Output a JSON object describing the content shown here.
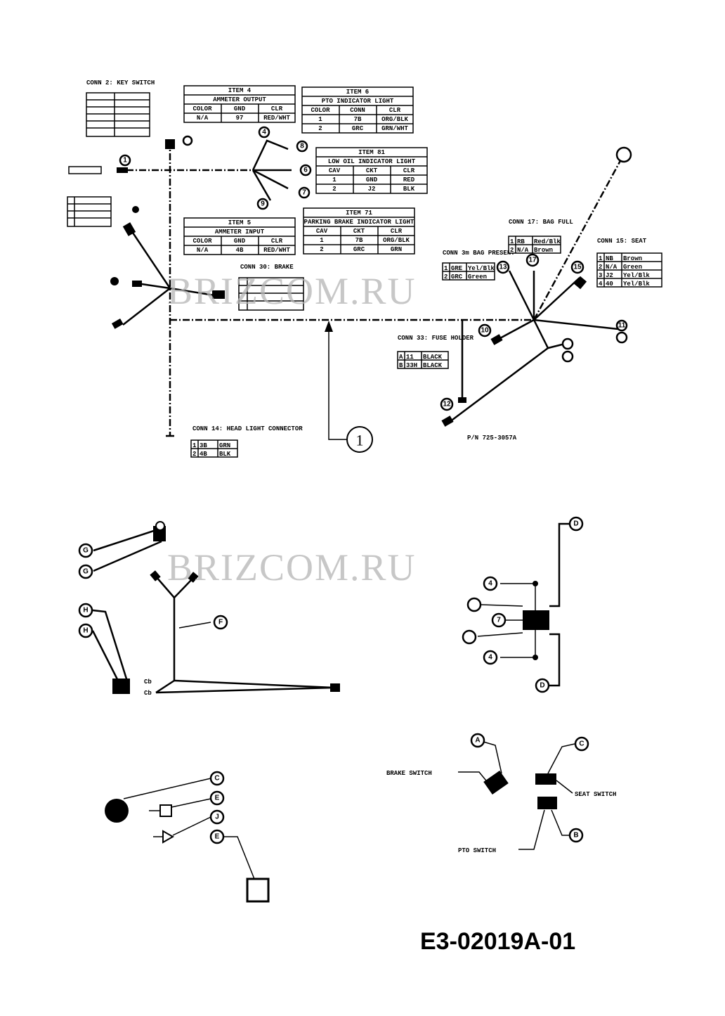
{
  "drawing_id": "E3-02019A-01",
  "watermarks": [
    "BRIZCOM.RU",
    "BRIZCOM.RU"
  ],
  "callout_main": "1",
  "part_number": "P/N 725-3057A",
  "tables": {
    "key_switch": {
      "title": "CONN 2: KEY SWITCH"
    },
    "item4": {
      "title": "ITEM 4",
      "subtitle": "AMMETER OUTPUT",
      "headers": [
        "COLOR",
        "GND",
        "CLR"
      ],
      "row": [
        "N/A",
        "97",
        "RED/WHT"
      ]
    },
    "item6": {
      "title": "ITEM 6",
      "subtitle": "PTO INDICATOR LIGHT",
      "headers": [
        "COLOR",
        "CONN",
        "CLR"
      ],
      "rows": [
        [
          "1",
          "7B",
          "ORG/BLK"
        ],
        [
          "2",
          "GRC",
          "GRN/WHT"
        ]
      ]
    },
    "item5": {
      "title": "ITEM 5",
      "subtitle": "AMMETER INPUT",
      "headers": [
        "COLOR",
        "GND",
        "CLR"
      ],
      "row": [
        "N/A",
        "4B",
        "RED/WHT"
      ]
    },
    "item81": {
      "title": "ITEM 81",
      "subtitle": "LOW OIL INDICATOR LIGHT",
      "headers": [
        "CAV",
        "CKT",
        "CLR"
      ],
      "rows": [
        [
          "1",
          "GND",
          "RED"
        ],
        [
          "2",
          "J2",
          "BLK"
        ]
      ]
    },
    "item71": {
      "title": "ITEM 71",
      "subtitle": "PARKING BRAKE INDICATOR LIGHT",
      "headers": [
        "CAV",
        "CKT",
        "CLR"
      ],
      "rows": [
        [
          "1",
          "7B",
          "ORG/BLK"
        ],
        [
          "2",
          "GRC",
          "GRN"
        ]
      ]
    },
    "brake": {
      "title": "CONN 30: BRAKE"
    },
    "bag_present": {
      "title": "CONN 3m BAG PRESENT",
      "rows": [
        [
          "1",
          "GRE",
          "Yel/Blk"
        ],
        [
          "2",
          "GRC",
          "Green"
        ]
      ]
    },
    "bag_full": {
      "title": "CONN 17: BAG FULL",
      "rows": [
        [
          "1",
          "RB",
          "Red/Blk"
        ],
        [
          "2",
          "N/A",
          "Brown"
        ]
      ]
    },
    "seat": {
      "title": "CONN 15: SEAT",
      "rows": [
        [
          "1",
          "NB",
          "Brown"
        ],
        [
          "2",
          "N/A",
          "Green"
        ],
        [
          "3",
          "J2",
          "Yel/Blk"
        ],
        [
          "4",
          "40",
          "Yel/Blk"
        ]
      ]
    },
    "fuse_holder": {
      "title": "CONN 33: FUSE HOLDER",
      "rows": [
        [
          "A",
          "11",
          "BLACK"
        ],
        [
          "B",
          "33H",
          "BLACK"
        ]
      ]
    },
    "head_light": {
      "title": "CONN 14: HEAD LIGHT CONNECTOR",
      "rows": [
        [
          "1",
          "3B",
          "GRN"
        ],
        [
          "2",
          "4B",
          "BLK"
        ]
      ]
    }
  },
  "switch_labels": {
    "brake": "BRAKE SWITCH",
    "seat": "SEAT SWITCH",
    "pto": "PTO SWITCH"
  },
  "callouts": [
    "4",
    "8",
    "6",
    "7",
    "9",
    "1",
    "12",
    "17",
    "13",
    "11",
    "15",
    "10",
    "C",
    "D",
    "E",
    "F",
    "G",
    "H",
    "J",
    "A",
    "B"
  ]
}
